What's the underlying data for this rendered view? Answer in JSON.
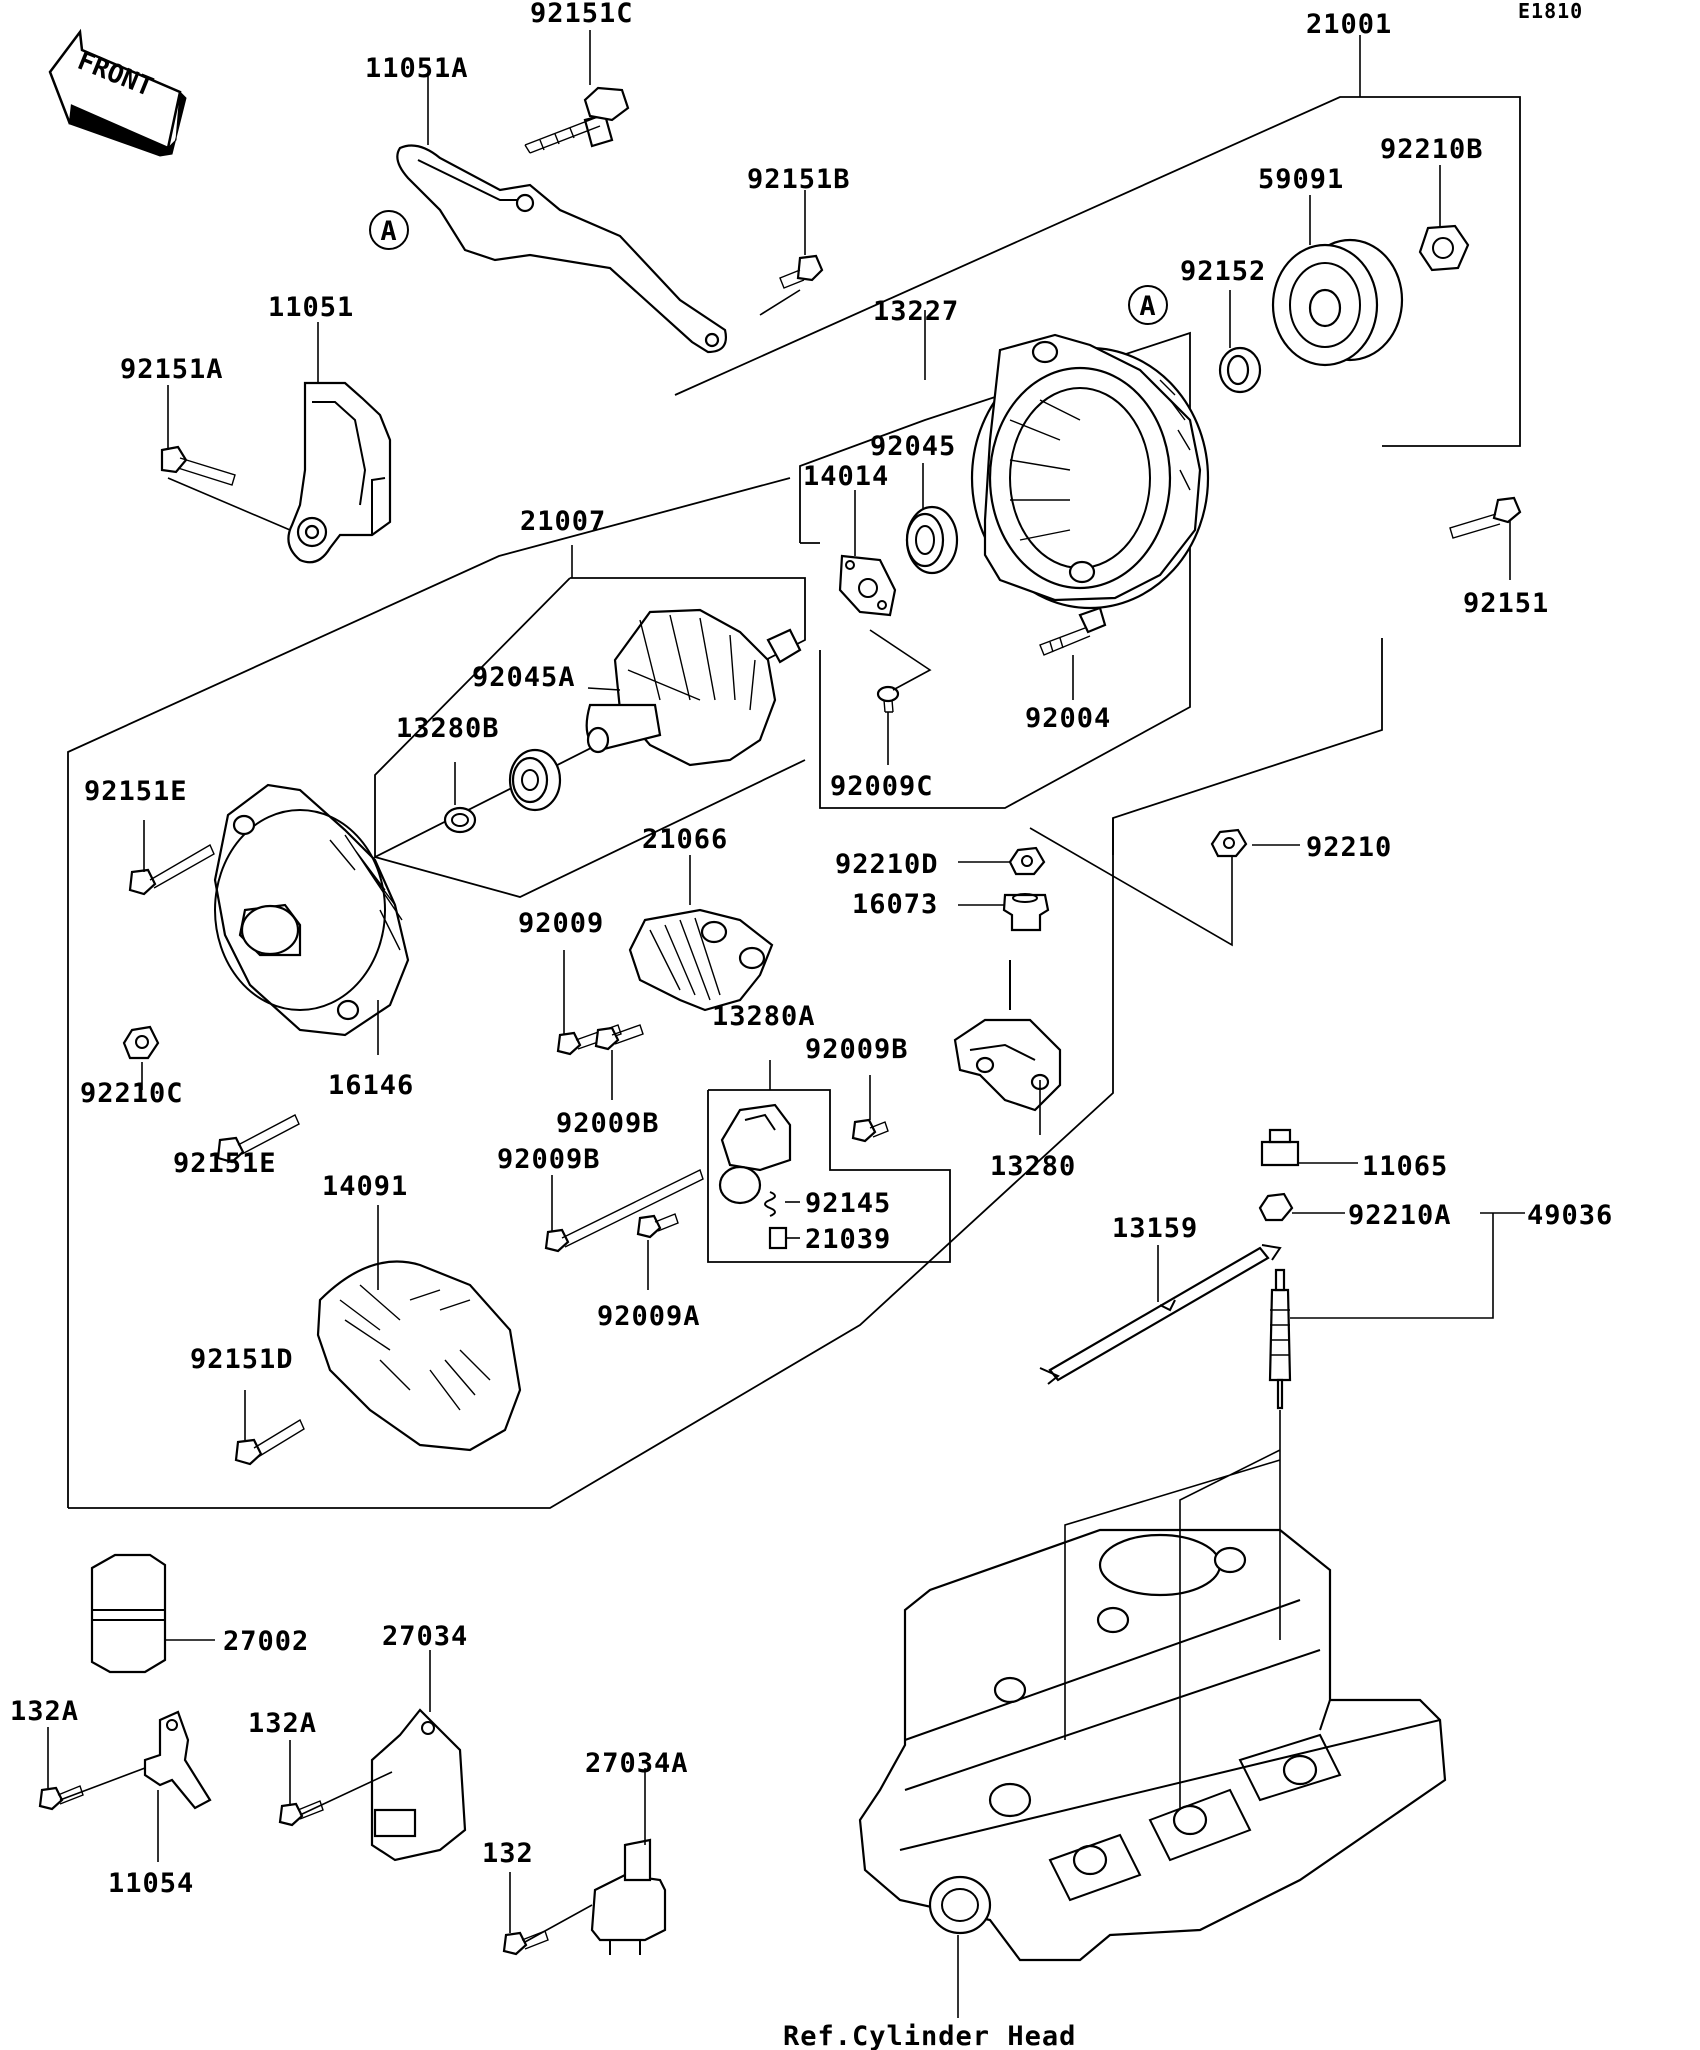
{
  "diagram": {
    "code": "E1810",
    "front_label": "FRONT",
    "reference": "Ref.Cylinder Head",
    "callouts": [
      {
        "id": "callout-a-1",
        "label": "A"
      },
      {
        "id": "callout-a-2",
        "label": "A"
      }
    ],
    "parts": [
      "92151C",
      "21001",
      "11051A",
      "92151B",
      "92210B",
      "59091",
      "92152",
      "13227",
      "11051",
      "92151A",
      "92045",
      "14014",
      "92151",
      "21007",
      "92045A",
      "13280B",
      "92004",
      "92009C",
      "92151E",
      "92210",
      "21066",
      "92210D",
      "16073",
      "92009",
      "13280A",
      "92009B",
      "92210C",
      "16146",
      "13280",
      "11065",
      "92145",
      "21039",
      "49036",
      "92210A",
      "14091",
      "13159",
      "92009A",
      "92151D",
      "27002",
      "27034",
      "132A",
      "11054",
      "27034A",
      "132"
    ]
  }
}
